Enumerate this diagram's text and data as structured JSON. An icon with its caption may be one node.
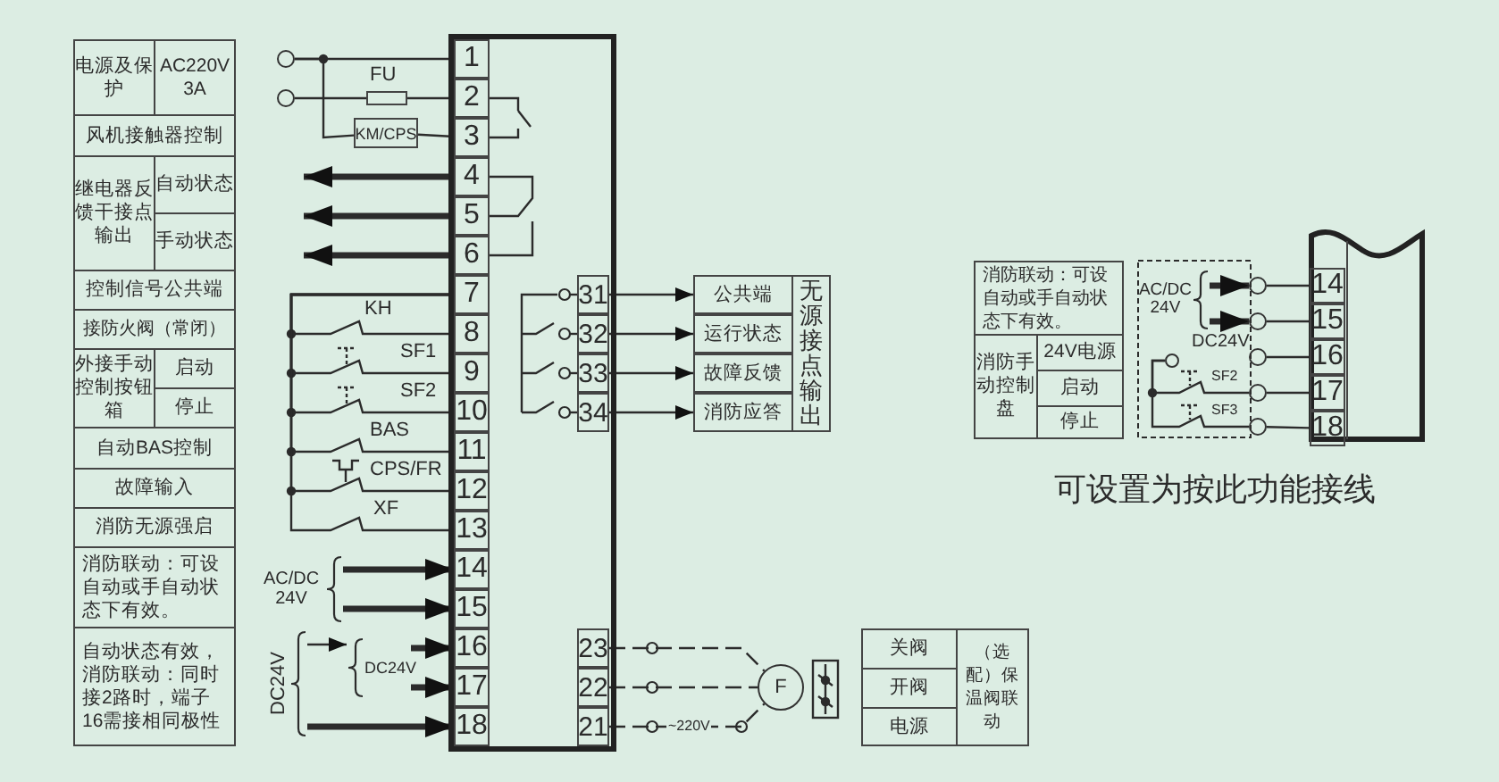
{
  "diagram": {
    "nodes": [
      {
        "text": [],
        "shape": "box"
      },
      {
        "text": [
          "1"
        ],
        "in": 0
      },
      {
        "text": [
          "2"
        ],
        "in": 0
      },
      {
        "text": [
          "3"
        ],
        "in": 0
      },
      {
        "text": [
          "4"
        ],
        "in": 0
      },
      {
        "text": [
          "5"
        ],
        "in": 0
      },
      {
        "text": [
          "6"
        ],
        "in": 0
      },
      {
        "text": [
          "7"
        ],
        "in": 0
      },
      {
        "text": [
          "8"
        ],
        "in": 0,
        "beside": [
          "KH"
        ]
      },
      {
        "text": [
          "9"
        ],
        "in": 0,
        "beside": [
          "SF1"
        ]
      },
      {
        "text": [
          "10"
        ],
        "in": 0,
        "beside": [
          "SF2"
        ]
      },
      {
        "text": [
          "11"
        ],
        "in": 0,
        "beside": [
          "BAS"
        ]
      },
      {
        "text": [
          "12"
        ],
        "in": 0,
        "beside": [
          "CPS/FR"
        ]
      },
      {
        "text": [
          "13"
        ],
        "in": 0,
        "beside": [
          "XF"
        ]
      },
      {
        "text": [
          "14"
        ],
        "in": 0
      },
      {
        "text": [
          "15"
        ],
        "in": 0
      },
      {
        "text": [
          "16"
        ],
        "in": 0
      },
      {
        "text": [
          "17"
        ],
        "in": 0
      },
      {
        "text": [
          "18"
        ],
        "in": 0
      },
      {
        "text": [
          "31"
        ],
        "in": 0
      },
      {
        "text": [
          "32"
        ],
        "in": 0
      },
      {
        "text": [
          "33"
        ],
        "in": 0
      },
      {
        "text": [
          "34"
        ],
        "in": 0
      },
      {
        "text": [
          "23"
        ],
        "in": 0
      },
      {
        "text": [
          "22"
        ],
        "in": 0
      },
      {
        "text": [
          "21"
        ],
        "in": 0
      },
      {
        "text": [],
        "shape": "circle"
      },
      {
        "text": [],
        "shape": "circle"
      },
      {
        "text": [],
        "shape": "box",
        "beside": [
          "FU"
        ]
      },
      {
        "text": [
          "KM/CPS"
        ]
      },
      {
        "text": [
          "公共端"
        ]
      },
      {
        "text": [
          "运行状态"
        ]
      },
      {
        "text": [
          "故障反馈"
        ]
      },
      {
        "text": [
          "消防应答"
        ]
      },
      {
        "text": [
          "无源接点输出"
        ]
      },
      {
        "text": [
          "F"
        ]
      },
      {
        "text": [],
        "shape": "box"
      },
      {
        "text": [
          "14"
        ],
        "in": 36
      },
      {
        "text": [
          "15"
        ],
        "in": 36
      },
      {
        "text": [
          "16"
        ],
        "in": 36
      },
      {
        "text": [
          "17"
        ],
        "in": 36
      },
      {
        "text": [
          "18"
        ],
        "in": 36
      },
      {
        "text": [
          "AC/DC 24V"
        ]
      },
      {
        "text": [
          "DC24V"
        ]
      },
      {
        "text": [
          "DC24V"
        ]
      },
      {
        "text": [
          "AC/DC 24V"
        ]
      },
      {
        "text": [],
        "shape": "circle"
      },
      {
        "text": [],
        "shape": "circle"
      },
      {
        "text": [],
        "shape": "circle"
      },
      {
        "text": [],
        "shape": "circle"
      },
      {
        "text": [],
        "shape": "circle"
      },
      {
        "text": [],
        "shape": "circle"
      }
    ],
    "edges": [
      {
        "from": 26,
        "to": 1,
        "arrow": "none"
      },
      {
        "from": 26,
        "to": 29,
        "arrow": "none"
      },
      {
        "from": 29,
        "to": 3,
        "arrow": "none"
      },
      {
        "from": 27,
        "to": 28,
        "arrow": "none"
      },
      {
        "from": 28,
        "to": 2,
        "arrow": "none"
      },
      {
        "from": 4,
        "to": null,
        "arrow": "to",
        "style": "thick"
      },
      {
        "from": 5,
        "to": null,
        "arrow": "to",
        "style": "thick"
      },
      {
        "from": 6,
        "to": null,
        "arrow": "to",
        "style": "thick"
      },
      {
        "from": 42,
        "to": 14,
        "arrow": "to",
        "style": "thick"
      },
      {
        "from": 42,
        "to": 15,
        "arrow": "to",
        "style": "thick"
      },
      {
        "from": 43,
        "to": 16,
        "arrow": "to",
        "style": "thick"
      },
      {
        "from": 43,
        "to": 17,
        "arrow": "to",
        "style": "thick"
      },
      {
        "from": 44,
        "to": 18,
        "arrow": "to",
        "style": "thick"
      },
      {
        "from": 19,
        "to": 30,
        "arrow": "to"
      },
      {
        "from": 20,
        "to": 31,
        "arrow": "to"
      },
      {
        "from": 21,
        "to": 32,
        "arrow": "to"
      },
      {
        "from": 22,
        "to": 33,
        "arrow": "to"
      },
      {
        "from": 23,
        "to": 35,
        "arrow": "none",
        "style": "dashed"
      },
      {
        "from": 24,
        "to": 35,
        "arrow": "none",
        "style": "dashed"
      },
      {
        "from": 25,
        "to": 35,
        "arrow": "none",
        "style": "dashed",
        "label": "~220V"
      },
      {
        "from": 45,
        "to": 46,
        "arrow": "to",
        "style": "thick"
      },
      {
        "from": 45,
        "to": 47,
        "arrow": "to",
        "style": "thick"
      },
      {
        "from": 4,
        "to": 5,
        "arrow": "none"
      },
      {
        "from": 7,
        "to": 8,
        "arrow": "none"
      },
      {
        "from": 7,
        "to": 9,
        "arrow": "none"
      },
      {
        "from": 7,
        "to": 10,
        "arrow": "none"
      },
      {
        "from": 7,
        "to": 11,
        "arrow": "none"
      },
      {
        "from": 7,
        "to": 12,
        "arrow": "none"
      },
      {
        "from": 7,
        "to": 13,
        "arrow": "none"
      },
      {
        "from": 44,
        "to": 43,
        "arrow": "to"
      },
      {
        "from": 46,
        "to": 37,
        "arrow": "none"
      },
      {
        "from": 47,
        "to": 38,
        "arrow": "none"
      },
      {
        "from": 48,
        "to": 39,
        "arrow": "none"
      },
      {
        "from": 49,
        "to": 40,
        "arrow": "none"
      },
      {
        "from": 50,
        "to": 41,
        "arrow": "none"
      },
      {
        "from": 51,
        "to": 49,
        "arrow": "none"
      },
      {
        "from": 51,
        "to": 50,
        "arrow": "none"
      }
    ],
    "labels": [
      "电源及保护",
      "AC220V 3A",
      "风机接触器控制",
      "继电器反馈干接点输出",
      "自动状态",
      "手动状态",
      "控制信号公共端",
      "接防火阀（常闭）",
      "外接手动控制按钮箱",
      "启动",
      "停止",
      "自动BAS控制",
      "故障输入",
      "消防无源强启",
      "消防联动：可设自动或手自动状态下有效。",
      "自动状态有效，消防联动：同时接2路时，端子16需接相同极性",
      "关阀",
      "开阀",
      "电源",
      "（选配）保温阀联动",
      "消防联动：可设自动或手自动状态下有效。",
      "消防手动控制盘",
      "24V电源",
      "启动",
      "停止",
      "DC24V",
      "SF2",
      "SF3",
      "可设置为按此功能接线"
    ]
  }
}
